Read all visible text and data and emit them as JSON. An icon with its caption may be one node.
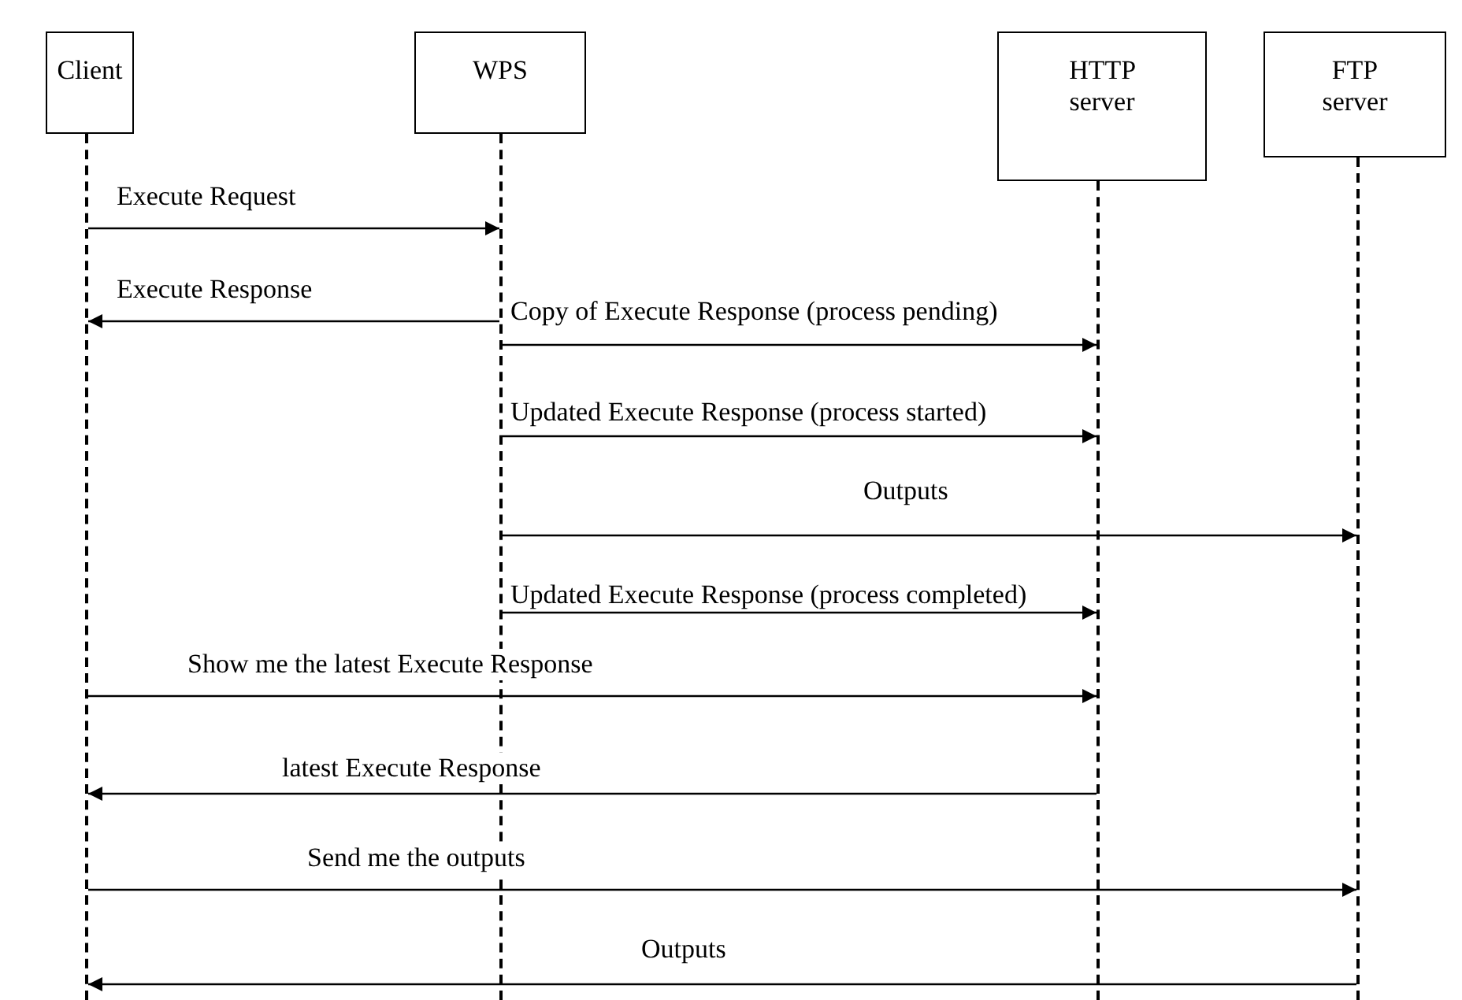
{
  "diagram": {
    "nodes": [
      {
        "text": [
          "Client"
        ]
      },
      {
        "text": [
          "WPS"
        ]
      },
      {
        "text": [
          "HTTP server"
        ]
      },
      {
        "text": [
          "FTP server"
        ]
      },
      {
        "text": [],
        "shape": "line"
      },
      {
        "text": [],
        "shape": "line"
      },
      {
        "text": [],
        "shape": "line"
      },
      {
        "text": [],
        "shape": "line"
      }
    ],
    "edges": [
      {
        "from": 4,
        "to": 5,
        "arrow": "to",
        "label": "Execute Request"
      },
      {
        "from": 5,
        "to": 4,
        "arrow": "to",
        "label": "Execute Response"
      },
      {
        "from": 5,
        "to": 6,
        "arrow": "to",
        "label": "Copy of Execute Response (process pending)"
      },
      {
        "from": 5,
        "to": 6,
        "arrow": "to",
        "label": "Updated Execute Response (process started)"
      },
      {
        "from": 5,
        "to": 7,
        "arrow": "to",
        "label": "Outputs"
      },
      {
        "from": 5,
        "to": 6,
        "arrow": "to",
        "label": "Updated Execute Response (process completed)"
      },
      {
        "from": 4,
        "to": 6,
        "arrow": "to",
        "label": "Show me the latest Execute Response"
      },
      {
        "from": 6,
        "to": 4,
        "arrow": "to",
        "label": "latest Execute Response"
      },
      {
        "from": 4,
        "to": 7,
        "arrow": "to",
        "label": "Send me the outputs"
      },
      {
        "from": 7,
        "to": 4,
        "arrow": "to",
        "label": "Outputs"
      }
    ]
  }
}
